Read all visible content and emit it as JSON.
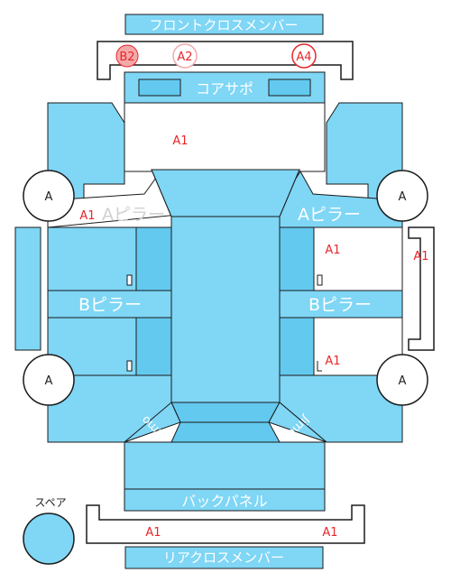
{
  "labels": {
    "front_cross_member": "フロントクロスメンバー",
    "core_support": "コアサポ",
    "a_pillar_left": "Aピラー",
    "a_pillar_right": "Aピラー",
    "b_pillar_left": "Bピラー",
    "b_pillar_right": "Bピラー",
    "back_panel": "バックパネル",
    "rear_cross_member": "リアクロスメンバー",
    "spare": "スペア",
    "wheel": "A",
    "front_left_inner": "Jimo",
    "front_right_inner": "Jimo"
  },
  "marks": {
    "b2": "B2",
    "a2": "A2",
    "a4": "A4",
    "core_damage": "A1",
    "a_pillar_left": "A1",
    "right_side_upper": "A1",
    "right_side_lower": "A1",
    "right_rail": "A1",
    "rear_left": "A1",
    "rear_right": "A1"
  },
  "colors": {
    "panel": "#7fd6f5",
    "panel_dark": "#63c9ef",
    "damage": "#e8262a",
    "b2_fill": "#f4a9a9"
  }
}
